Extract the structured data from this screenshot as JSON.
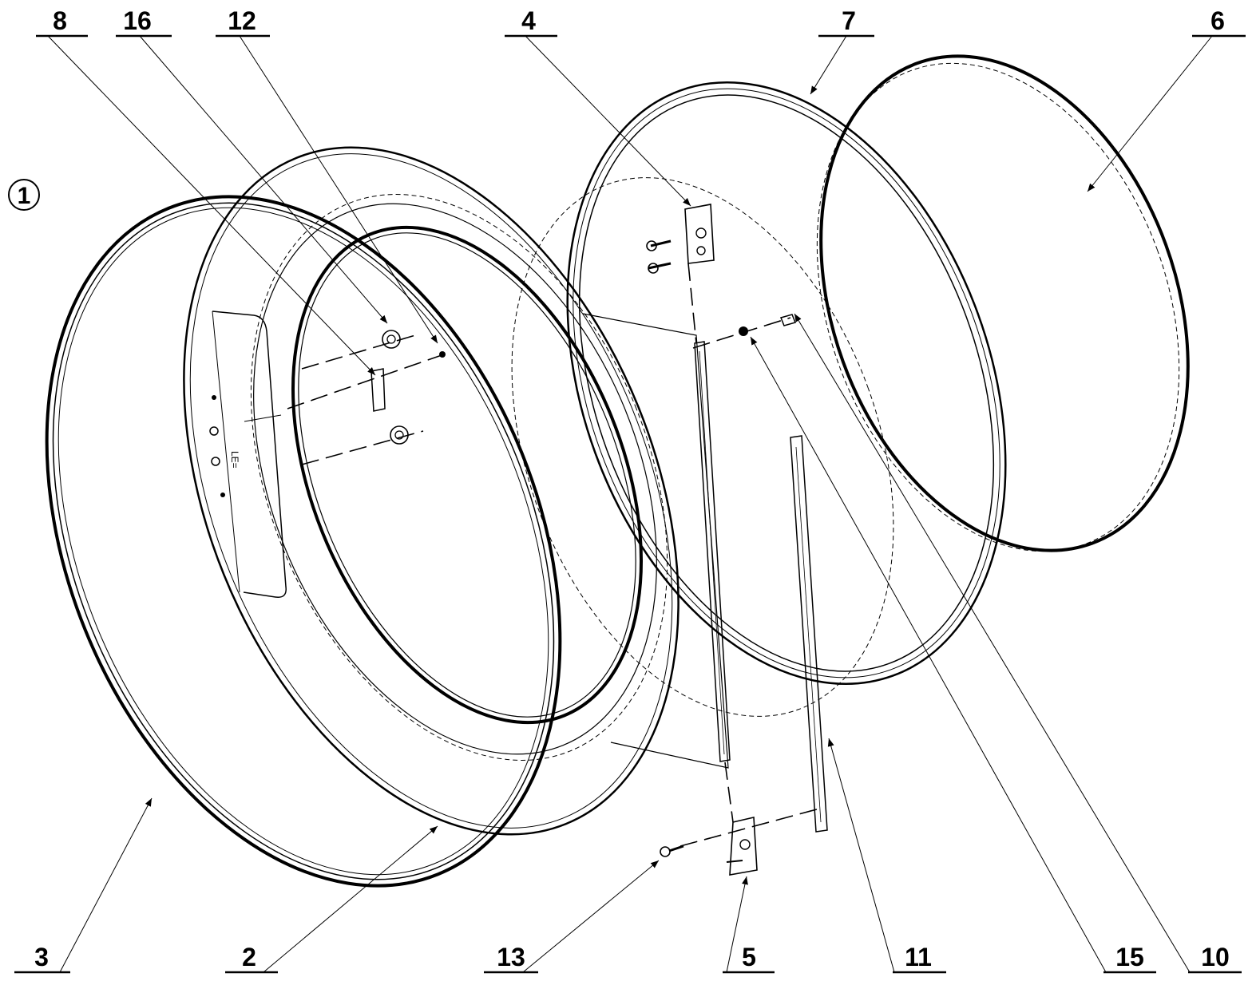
{
  "assembly": {
    "number": "1"
  },
  "callouts": [
    {
      "id": "callout-8",
      "label": "8"
    },
    {
      "id": "callout-16",
      "label": "16"
    },
    {
      "id": "callout-12",
      "label": "12"
    },
    {
      "id": "callout-4",
      "label": "4"
    },
    {
      "id": "callout-7",
      "label": "7"
    },
    {
      "id": "callout-6",
      "label": "6"
    },
    {
      "id": "callout-3",
      "label": "3"
    },
    {
      "id": "callout-2",
      "label": "2"
    },
    {
      "id": "callout-13",
      "label": "13"
    },
    {
      "id": "callout-5",
      "label": "5"
    },
    {
      "id": "callout-11",
      "label": "11"
    },
    {
      "id": "callout-15",
      "label": "15"
    },
    {
      "id": "callout-10",
      "label": "10"
    }
  ],
  "colors": {
    "line": "#000000",
    "background": "#ffffff"
  }
}
